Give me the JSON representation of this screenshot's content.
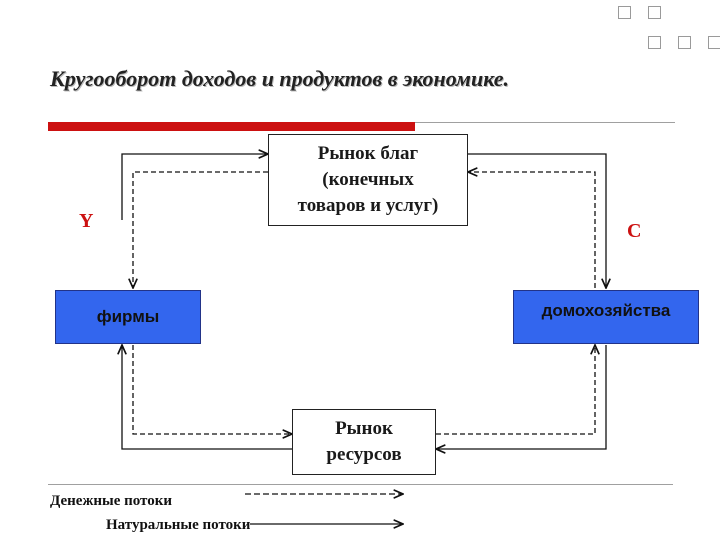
{
  "title": "Кругооборот доходов и продуктов в экономике.",
  "nodes": {
    "goods_market": [
      "Рынок благ",
      "(конечных",
      "товаров и услуг)"
    ],
    "firms": "фирмы",
    "households": "домохозяйства",
    "resource_market": [
      "Рынок",
      "ресурсов"
    ]
  },
  "labels": {
    "income": "Y",
    "consumption": "C"
  },
  "legend": {
    "money_flows": "Денежные потоки",
    "real_flows": "Натуральные потоки"
  },
  "colors": {
    "accent_red": "#cc1111",
    "node_blue": "#3366ee"
  }
}
